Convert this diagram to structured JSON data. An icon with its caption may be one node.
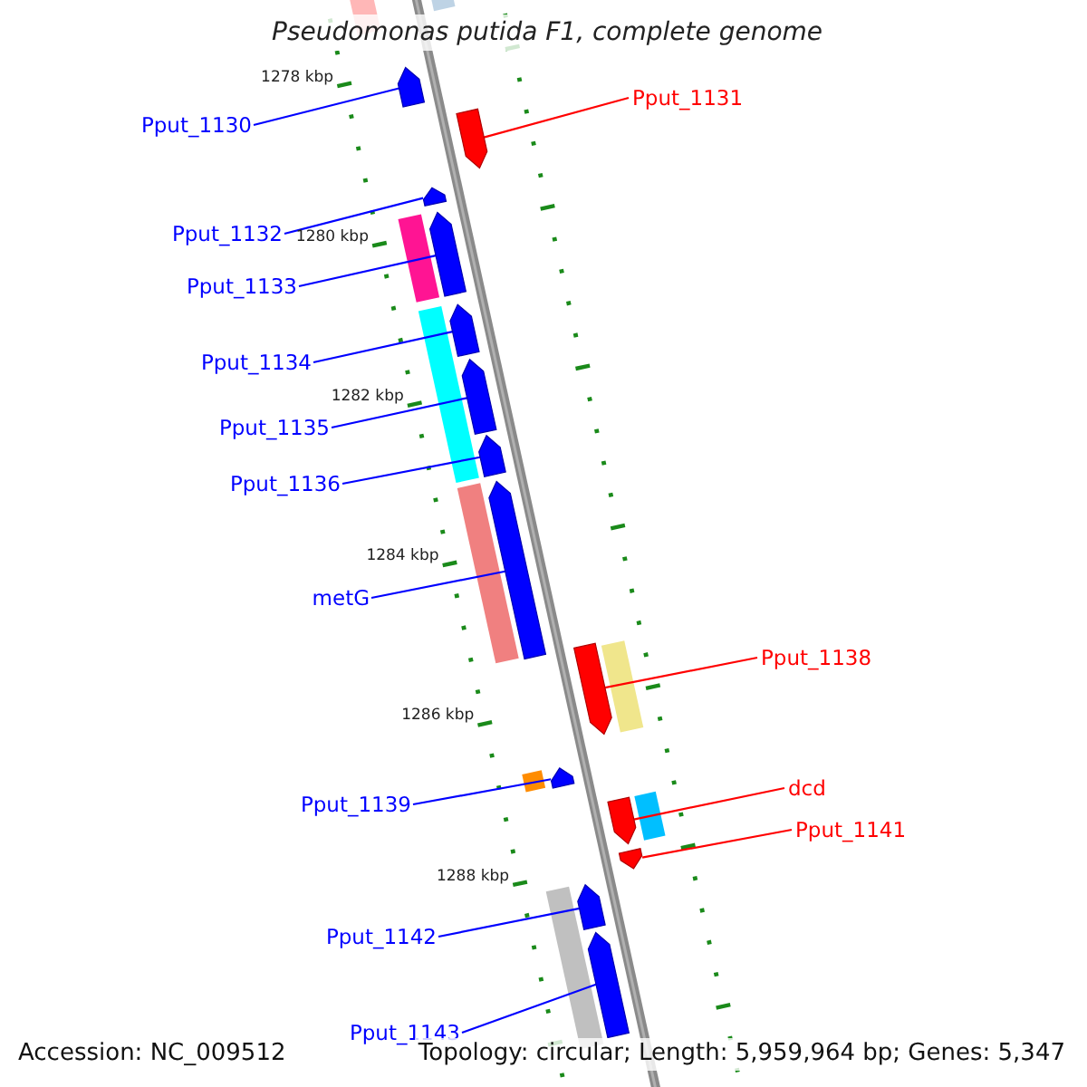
{
  "diagram": {
    "title": "Pseudomonas putida F1, complete genome",
    "nodes": [
      {
        "text": [
          "Pput_1130"
        ]
      },
      {
        "text": [
          "Pput_1131"
        ]
      },
      {
        "text": [
          "Pput_1132"
        ]
      },
      {
        "text": [
          "Pput_1133"
        ]
      },
      {
        "text": [
          "Pput_1134"
        ]
      },
      {
        "text": [
          "Pput_1135"
        ]
      },
      {
        "text": [
          "Pput_1136"
        ]
      },
      {
        "text": [
          "metG"
        ]
      },
      {
        "text": [
          "Pput_1138"
        ]
      },
      {
        "text": [
          "Pput_1139"
        ]
      },
      {
        "text": [
          "dcd"
        ]
      },
      {
        "text": [
          "Pput_1141"
        ]
      },
      {
        "text": [
          "Pput_1142"
        ]
      },
      {
        "text": [
          "Pput_1143"
        ]
      },
      {
        "text": [],
        "shape": "bar"
      },
      {
        "text": [],
        "shape": "bar"
      },
      {
        "text": [],
        "shape": "bar"
      },
      {
        "text": [],
        "shape": "bar"
      },
      {
        "text": [],
        "shape": "bar"
      },
      {
        "text": [],
        "shape": "bar"
      },
      {
        "text": [],
        "shape": "bar"
      },
      {
        "text": [],
        "shape": "bar"
      },
      {
        "text": [],
        "shape": "bar"
      },
      {
        "text": [],
        "shape": "bar"
      },
      {
        "text": [],
        "shape": "bar"
      },
      {
        "text": [],
        "shape": "bar"
      },
      {
        "text": [],
        "shape": "bar"
      },
      {
        "text": [],
        "shape": "bar"
      }
    ],
    "edges": [
      {
        "from": 0,
        "to": 14,
        "arrow": "none"
      },
      {
        "from": 1,
        "to": 15,
        "arrow": "none",
        "color": "#ff0000"
      },
      {
        "from": 2,
        "to": 16,
        "arrow": "none"
      },
      {
        "from": 3,
        "to": 17,
        "arrow": "none"
      },
      {
        "from": 4,
        "to": 18,
        "arrow": "none"
      },
      {
        "from": 5,
        "to": 19,
        "arrow": "none"
      },
      {
        "from": 6,
        "to": 20,
        "arrow": "none"
      },
      {
        "from": 7,
        "to": 21,
        "arrow": "none"
      },
      {
        "from": 8,
        "to": 22,
        "arrow": "none",
        "color": "#ff0000"
      },
      {
        "from": 9,
        "to": 23,
        "arrow": "none"
      },
      {
        "from": 10,
        "to": 24,
        "arrow": "none",
        "color": "#ff0000"
      },
      {
        "from": 11,
        "to": 25,
        "arrow": "none",
        "color": "#ff0000"
      },
      {
        "from": 12,
        "to": 26,
        "arrow": "none"
      },
      {
        "from": 13,
        "to": 27,
        "arrow": "none"
      }
    ],
    "labels": [
      "1278 kbp",
      "1280 kbp",
      "1282 kbp",
      "1284 kbp",
      "1286 kbp",
      "1288 kbp",
      "Accession: NC_009512",
      "Topology: circular; Length: 5,959,964 bp; Genes: 5,347"
    ]
  }
}
